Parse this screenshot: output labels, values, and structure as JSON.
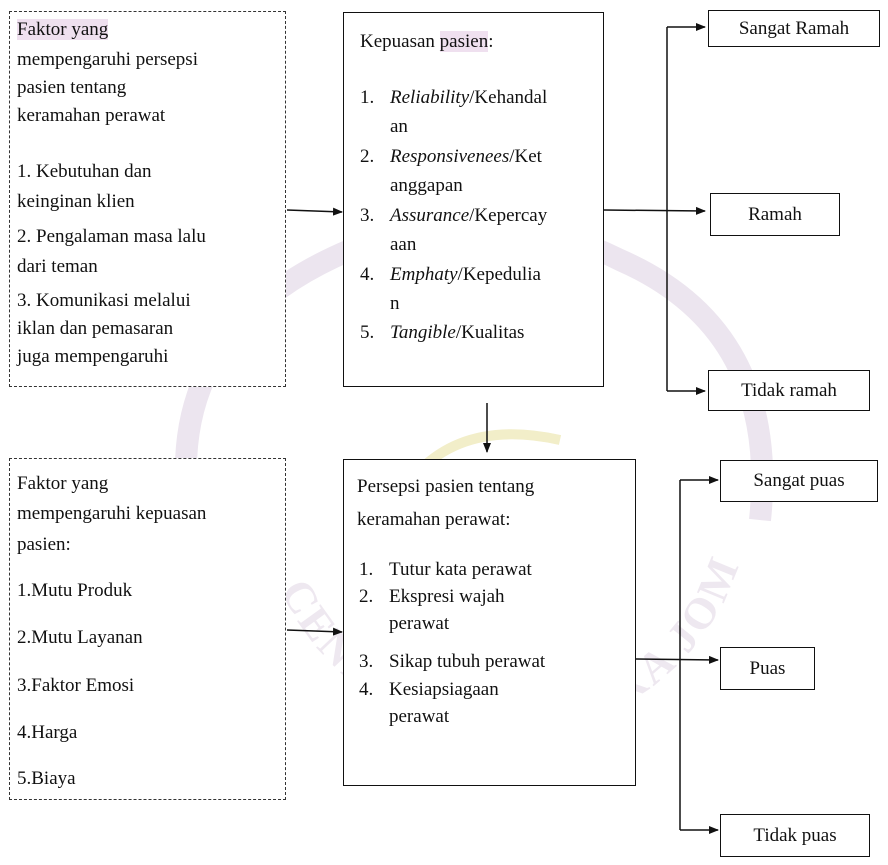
{
  "box_left_top": {
    "title_lines": [
      "Faktor yang",
      "mempengaruhi persepsi",
      "pasien tentang",
      "keramahan perawat"
    ],
    "items": [
      [
        "1. Kebutuhan dan",
        "keinginan klien"
      ],
      [
        "2. Pengalaman masa lalu",
        "dari teman"
      ],
      [
        "3. Komunikasi melalui",
        "iklan dan pemasaran",
        "juga mempengaruhi"
      ]
    ]
  },
  "box_left_bottom": {
    "title_lines": [
      "Faktor yang",
      "mempengaruhi kepuasan",
      "pasien:"
    ],
    "items": [
      "1.Mutu Produk",
      "2.Mutu Layanan",
      "3.Faktor Emosi",
      "4.Harga",
      "5.Biaya"
    ]
  },
  "box_center_top": {
    "title_prefix": "Kepuasan ",
    "title_highlight": "pasien",
    "title_suffix": ":",
    "items": [
      {
        "num": "1.",
        "italic": "Reliability",
        "rest": "/Kehandal",
        "cont": "an"
      },
      {
        "num": "2.",
        "italic": "Responsivenees",
        "rest": "/Ket",
        "cont": "anggapan"
      },
      {
        "num": "3.",
        "italic": "Assurance",
        "rest": "/Kepercay",
        "cont": "aan"
      },
      {
        "num": "4.",
        "italic": "Emphaty",
        "rest": "/Kepedulia",
        "cont": "n"
      },
      {
        "num": "5.",
        "italic": "Tangible",
        "rest": "/Kualitas",
        "cont": ""
      }
    ]
  },
  "box_center_bottom": {
    "title_lines": [
      "Persepsi pasien tentang",
      "keramahan perawat:"
    ],
    "items": [
      {
        "num": "1.",
        "lines": [
          "Tutur kata perawat"
        ]
      },
      {
        "num": "2.",
        "lines": [
          "Ekspresi wajah",
          "perawat"
        ]
      },
      {
        "num": "3.",
        "lines": [
          "Sikap tubuh perawat"
        ]
      },
      {
        "num": "4.",
        "lines": [
          "Kesiapsiagaan",
          "perawat"
        ]
      }
    ]
  },
  "outputs_top": [
    "Sangat Ramah",
    "Ramah",
    "Tidak ramah"
  ],
  "outputs_bottom": [
    "Sangat puas",
    "Puas",
    "Tidak puas"
  ],
  "watermark_text": "CENDEKIA MEDIKA JOMBANG",
  "colors": {
    "line": "#111111",
    "highlight": "#efe0ef",
    "watermark": "#e8e0ec"
  }
}
